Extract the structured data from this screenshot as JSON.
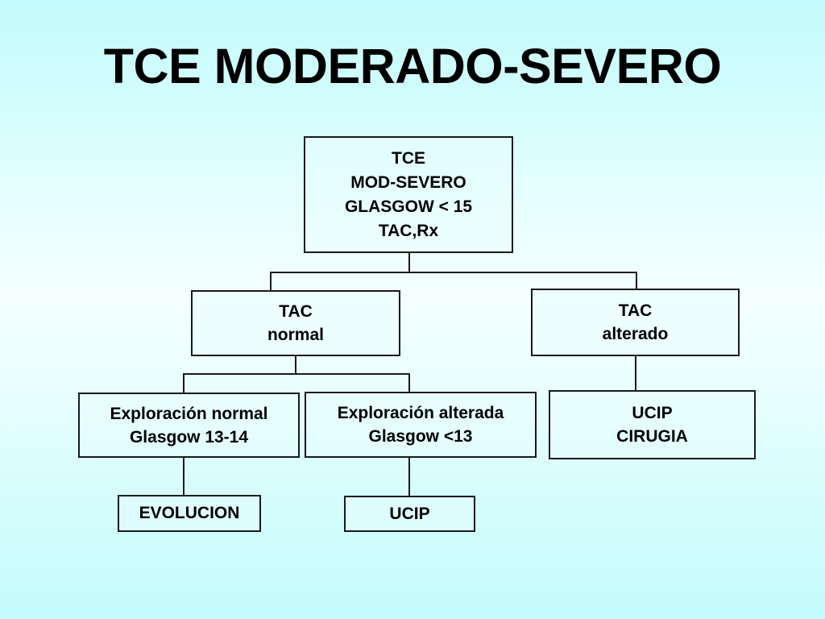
{
  "page": {
    "title": "TCE MODERADO-SEVERO",
    "background_top_color": "#c4fbfc",
    "background_mid_color": "#f4ffff",
    "background_bottom_color": "#c4fbfc",
    "box_border_color": "#1a1a1a",
    "text_color": "#000000"
  },
  "chart_data": {
    "type": "diagram",
    "title": "TCE MODERADO-SEVERO",
    "nodes": [
      {
        "id": "root",
        "lines": [
          "TCE",
          "MOD-SEVERO",
          "GLASGOW < 15",
          "TAC,Rx"
        ],
        "level": 0
      },
      {
        "id": "tac_normal",
        "lines": [
          "TAC",
          "normal"
        ],
        "level": 1
      },
      {
        "id": "tac_alterado",
        "lines": [
          "TAC",
          "alterado"
        ],
        "level": 1
      },
      {
        "id": "expl_normal",
        "lines": [
          "Exploración normal",
          "Glasgow 13-14"
        ],
        "level": 2
      },
      {
        "id": "expl_alterada",
        "lines": [
          "Exploración alterada",
          "Glasgow <13"
        ],
        "level": 2
      },
      {
        "id": "ucip_cirugia",
        "lines": [
          "UCIP",
          "CIRUGIA"
        ],
        "level": 2
      },
      {
        "id": "evolucion",
        "lines": [
          "EVOLUCION"
        ],
        "level": 3
      },
      {
        "id": "ucip",
        "lines": [
          "UCIP"
        ],
        "level": 3
      }
    ],
    "edges": [
      {
        "from": "root",
        "to": "tac_normal"
      },
      {
        "from": "root",
        "to": "tac_alterado"
      },
      {
        "from": "tac_normal",
        "to": "expl_normal"
      },
      {
        "from": "tac_normal",
        "to": "expl_alterada"
      },
      {
        "from": "tac_alterado",
        "to": "ucip_cirugia"
      },
      {
        "from": "expl_normal",
        "to": "evolucion"
      },
      {
        "from": "expl_alterada",
        "to": "ucip"
      }
    ]
  },
  "nodes": {
    "root": {
      "line1": "TCE",
      "line2": "MOD-SEVERO",
      "line3": "GLASGOW < 15",
      "line4": "TAC,Rx"
    },
    "tac_normal": {
      "line1": "TAC",
      "line2": "normal"
    },
    "tac_alterado": {
      "line1": "TAC",
      "line2": "alterado"
    },
    "expl_normal": {
      "line1": "Exploración normal",
      "line2": "Glasgow 13-14"
    },
    "expl_alterada": {
      "line1": "Exploración alterada",
      "line2": "Glasgow <13"
    },
    "ucip_cirugia": {
      "line1": "UCIP",
      "line2": "CIRUGIA"
    },
    "evolucion": {
      "line1": "EVOLUCION"
    },
    "ucip": {
      "line1": "UCIP"
    }
  }
}
